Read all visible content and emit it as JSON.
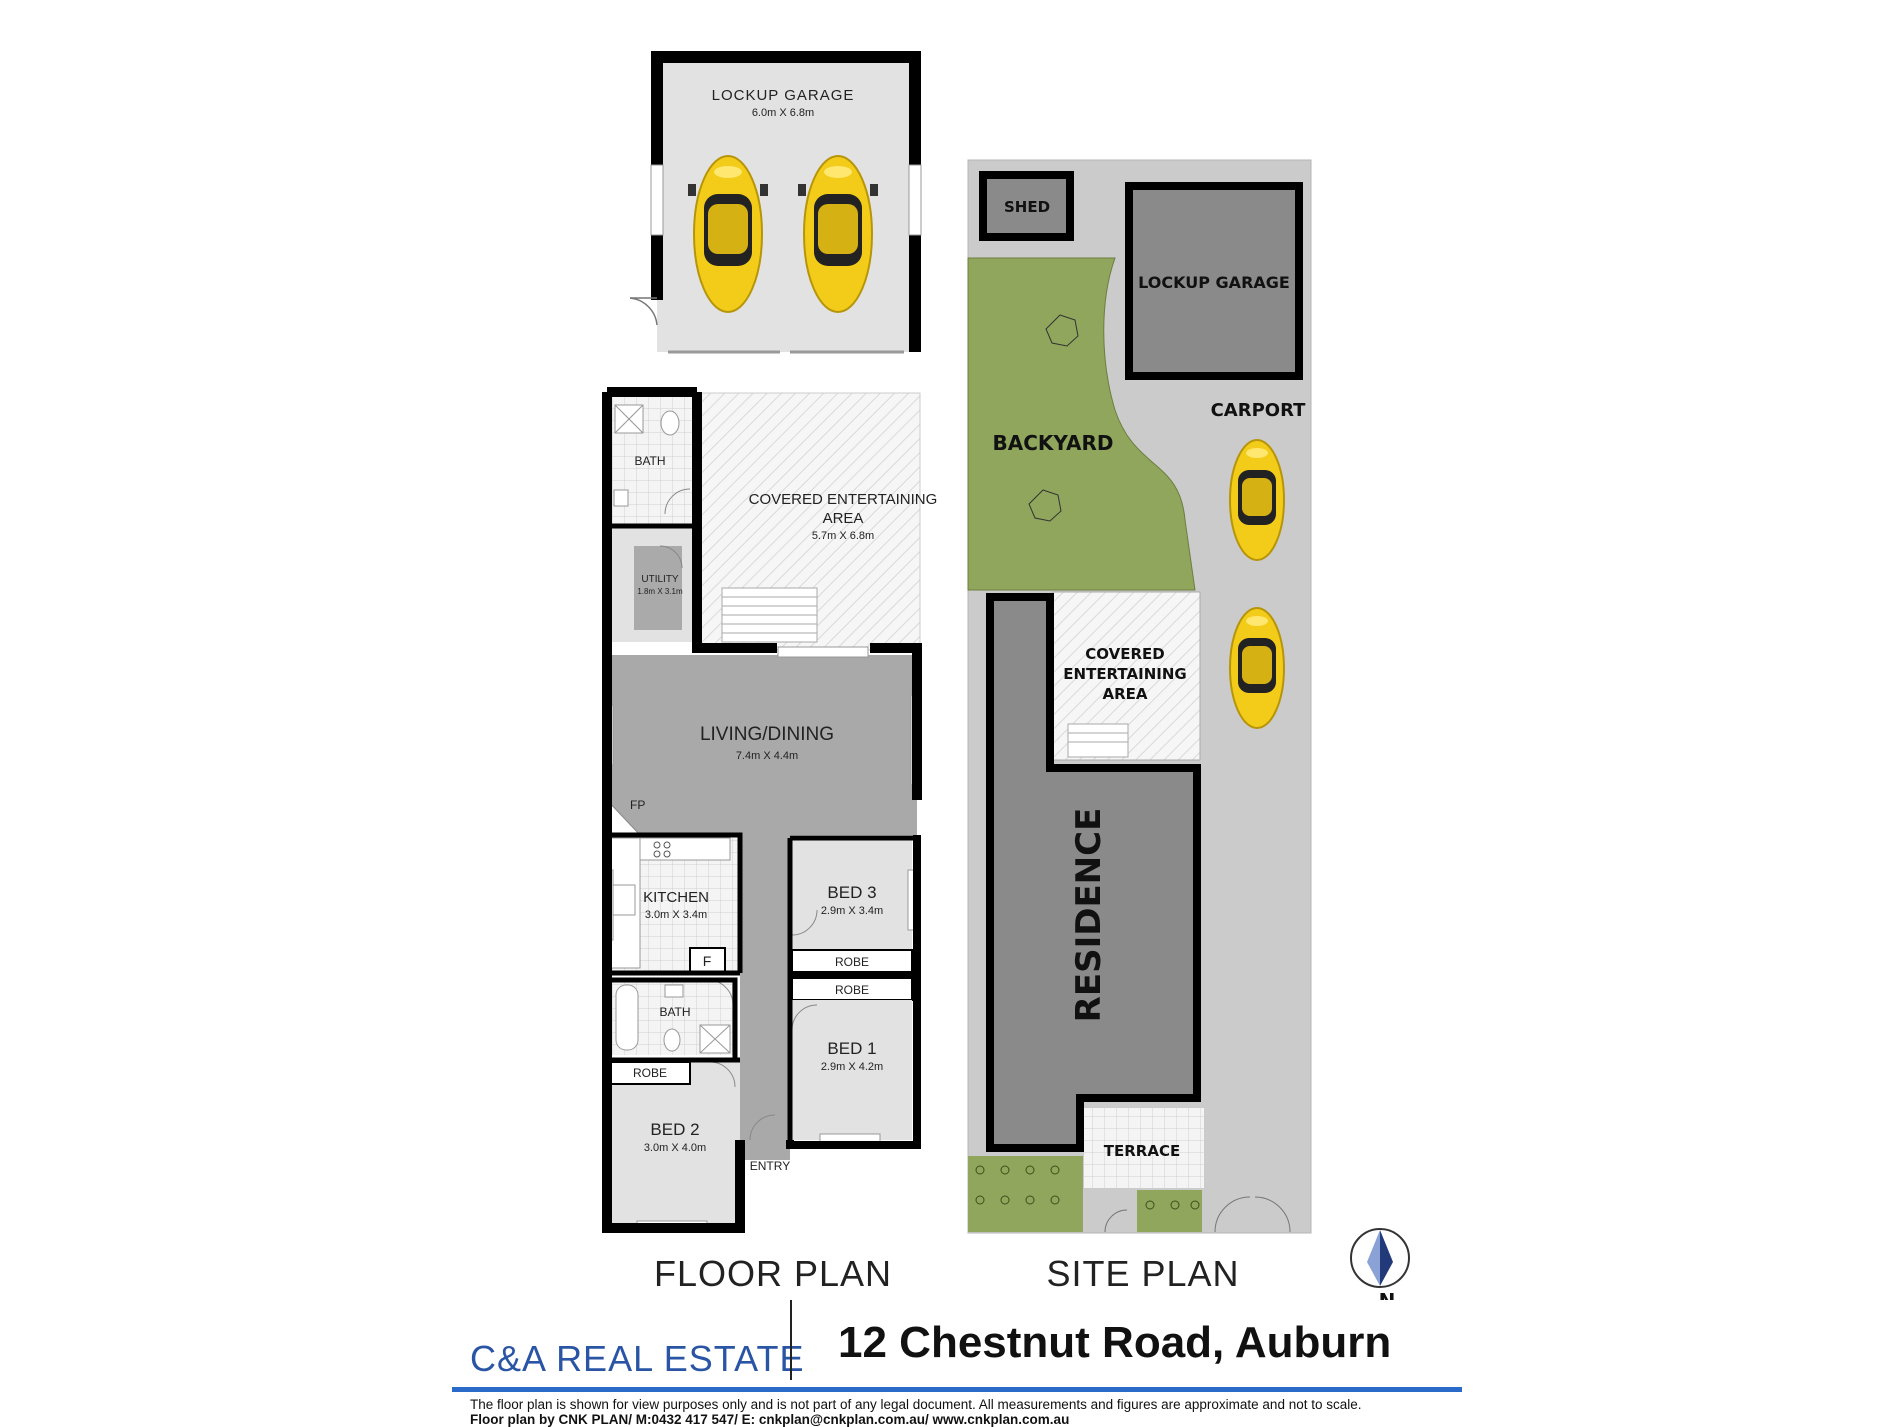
{
  "floor_plan": {
    "heading": "FLOOR PLAN",
    "rooms": {
      "lockup_garage": {
        "name": "LOCKUP GARAGE",
        "dims": "6.0m X 6.8m"
      },
      "bath_top": {
        "name": "BATH"
      },
      "covered_area": {
        "name_line1": "COVERED ENTERTAINING",
        "name_line2": "AREA",
        "dims": "5.7m X 6.8m"
      },
      "utility": {
        "name": "UTILITY",
        "dims": "1.8m X 3.1m"
      },
      "living": {
        "name": "LIVING/DINING",
        "dims": "7.4m X 4.4m"
      },
      "fp": {
        "name": "FP"
      },
      "kitchen": {
        "name": "KITCHEN",
        "dims": "3.0m X 3.4m"
      },
      "fridge": {
        "name": "F"
      },
      "bed3": {
        "name": "BED 3",
        "dims": "2.9m X 3.4m"
      },
      "robe_bed3": {
        "name": "ROBE"
      },
      "robe_bed1": {
        "name": "ROBE"
      },
      "bath_bottom": {
        "name": "BATH"
      },
      "bed1": {
        "name": "BED 1",
        "dims": "2.9m X 4.2m"
      },
      "robe_bed2": {
        "name": "ROBE"
      },
      "bed2": {
        "name": "BED 2",
        "dims": "3.0m X 4.0m"
      },
      "entry": {
        "name": "ENTRY"
      }
    }
  },
  "site_plan": {
    "heading": "SITE PLAN",
    "labels": {
      "shed": "SHED",
      "lockup_garage": "LOCKUP GARAGE",
      "carport": "CARPORT",
      "backyard": "BACKYARD",
      "covered_line1": "COVERED",
      "covered_line2": "ENTERTAINING",
      "covered_line3": "AREA",
      "residence": "RESIDENCE",
      "terrace": "TERRACE"
    },
    "compass_label": "N"
  },
  "footer": {
    "brand_prefix": "C&A",
    "brand_suffix": "REAL ESTATE",
    "address": "12 Chestnut Road, Auburn",
    "disclaimer": "The floor plan is shown for view purposes only and is not part of any legal document. All measurements and figures are approximate and not to scale.",
    "credit": "Floor plan by CNK PLAN/ M:0432 417 547/ E: cnkplan@cnkplan.com.au/ www.cnkplan.com.au"
  },
  "colors": {
    "wall": "#000000",
    "floor": "#e2e2e2",
    "living_floor": "#a9a9a9",
    "residence": "#8a8a8a",
    "grass": "#8fa65c",
    "car_body": "#f2cc18",
    "brand_blue": "#2a6ac8"
  }
}
